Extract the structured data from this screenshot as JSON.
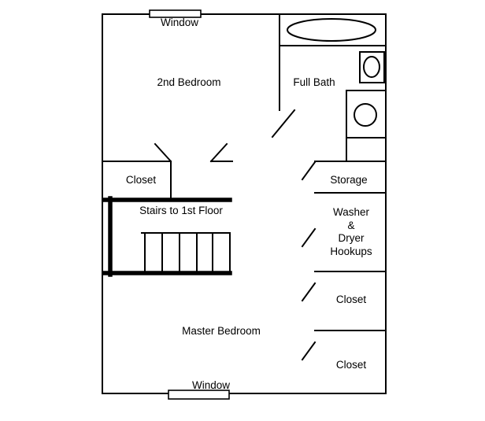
{
  "floor_plan": {
    "windows": {
      "top": "Window",
      "bottom": "Window"
    },
    "rooms": {
      "second_bedroom": "2nd Bedroom",
      "full_bath": "Full Bath",
      "closet_left": "Closet",
      "stairs": "Stairs to 1st Floor",
      "storage": "Storage",
      "washer_dryer": {
        "line1": "Washer",
        "line2": "&",
        "line3": "Dryer",
        "line4": "Hookups"
      },
      "closet_upper_right": "Closet",
      "closet_lower_right": "Closet",
      "master_bedroom": "Master Bedroom"
    },
    "fixtures": [
      "bathtub",
      "sink",
      "toilet"
    ],
    "colors": {
      "wall": "#000000",
      "text": "#000000",
      "background": "#ffffff"
    }
  }
}
